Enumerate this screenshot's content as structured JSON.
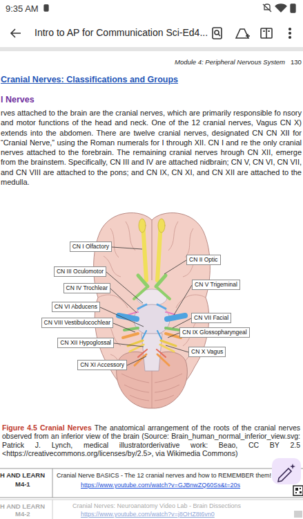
{
  "diagram": {
    "title": "Cranial Nerves: Classifications and Groups",
    "caption": "Figure 4.5 Cranial Nerves",
    "nodes": [
      {
        "text": [
          "CN I Olfactory"
        ]
      },
      {
        "text": [
          "CN II Optic"
        ]
      },
      {
        "text": [
          "CN III Oculomotor"
        ]
      },
      {
        "text": [
          "CN V Trigeminal"
        ]
      },
      {
        "text": [
          "CN IV Trochlear"
        ]
      },
      {
        "text": [
          "CN VI Abducens"
        ]
      },
      {
        "text": [
          "CN VII Facial"
        ]
      },
      {
        "text": [
          "CN VIII Vestibulocochlear"
        ]
      },
      {
        "text": [
          "CN IX Glossopharyngeal"
        ]
      },
      {
        "text": [
          "CN XII Hypoglossal"
        ]
      },
      {
        "text": [
          "CN X Vagus"
        ]
      },
      {
        "text": [
          "CN XI Accessory"
        ]
      }
    ],
    "labels": [
      "9:35 AM",
      "Intro to AP for Communication Sci-Ed4...",
      "Module 4: Peripheral Nervous System",
      "130",
      "l Nerves",
      "rves attached to the brain are the cranial nerves, which are primarily responsible fo nsory and motor functions of the head and neck. One of the 12 cranial nerves, Vagus CN X) extends into the abdomen. There are twelve cranial nerves, designated CN CN XII for “Cranial Nerve,” using the Roman numerals for I through XII. CN I and re the only cranial nerves attached to the forebrain. The remaining cranial nerves hrough CN XII, emerge from the brainstem. Specifically, CN III and IV are attached nidbrain; CN V, CN VI, CN VII, and CN VIII are attached to the pons; and CN IX, CN XI, and CN XII are attached to the medulla.",
      "The anatomical arrangement of the roots of the cranial nerves observed from an inferior view of the brain (Source: Brain_human_normal_inferior_view.svg: Patrick J. Lynch, medical illustratorderivative work: Beao, CC BY 2.5 <https://creativecommons.org/licenses/by/2.5>, via Wikimedia Commons)",
      "H AND LEARN",
      "M4-1",
      "Cranial Nerve BASICS - The 12 cranial nerves and how to REMEMBER them!",
      "https://www.youtube.com/watch?v=GJBnwZQ60Ss&t=20s",
      "H AND LEARN",
      "M4-2",
      "Cranial Nerves: Neuroanatomy Video Lab - Brain Dissections",
      "https://www.youtube.com/watch?v=j8OHZ8t6vn0"
    ]
  }
}
